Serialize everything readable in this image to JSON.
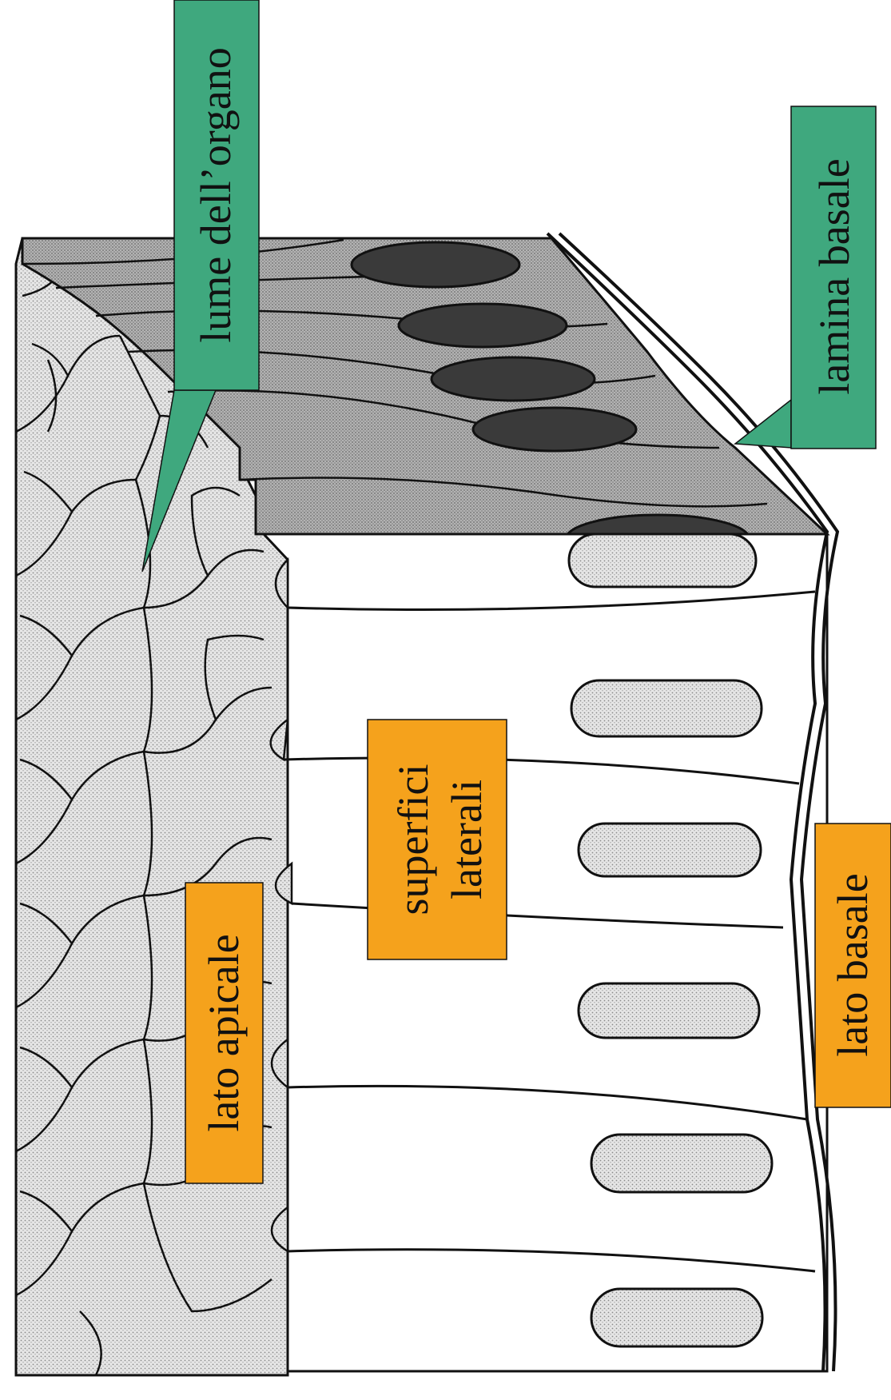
{
  "labels": {
    "lumen": "lume dell’organo",
    "basal_lamina": "lamina basale",
    "apical": "lato apicale",
    "lateral_line1": "superfici",
    "lateral_line2": "laterali",
    "basal": "lato basale"
  },
  "colors": {
    "green_callout": "#3fa87e",
    "orange_callout": "#f5a21c",
    "outline": "#111111",
    "apical_fill": "#d4d4d4",
    "section_fill": "#a9a9a9",
    "dark_nucleus": "#3a3a3a",
    "light_nucleus": "#c9c9c9"
  }
}
